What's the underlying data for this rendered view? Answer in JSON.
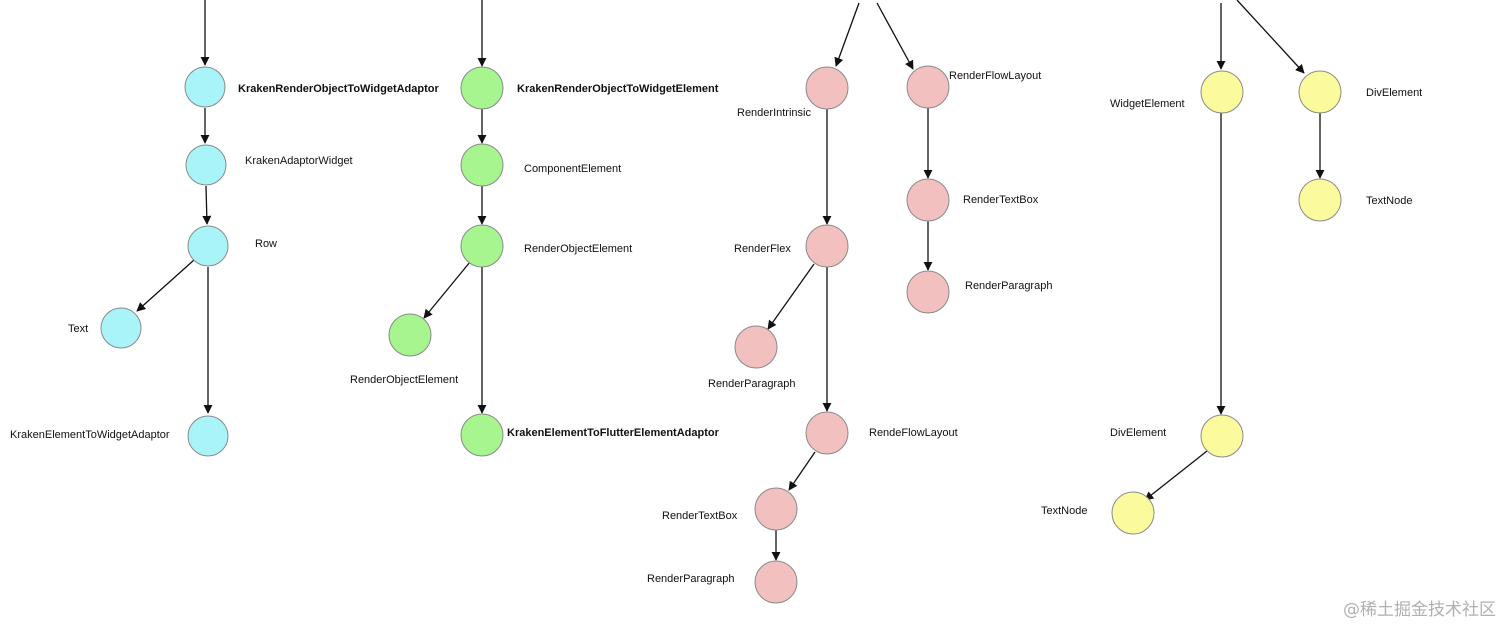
{
  "palette": {
    "cyan": "#a9f4f8",
    "green": "#a6f58e",
    "pink": "#f3c0c0",
    "yellow": "#fbfb9e"
  },
  "labels": {
    "c1": "KrakenRenderObjectToWidgetAdaptor",
    "c2": "KrakenAdaptorWidget",
    "c3": "Row",
    "c4": "Text",
    "c5": "KrakenElementToWidgetAdaptor",
    "g1": "KrakenRenderObjectToWidgetElement",
    "g2": "ComponentElement",
    "g3": "RenderObjectElement",
    "g4": "RenderObjectElement",
    "g5": "KrakenElementToFlutterElementAdaptor",
    "p1": "RenderIntrinsic",
    "p2": "RenderFlex",
    "p3": "RenderParagraph",
    "p4": "RendeFlowLayout",
    "p5": "RenderTextBox",
    "p6": "RenderParagraph",
    "p7": "RenderFlowLayout",
    "p8": "RenderTextBox",
    "p9": "RenderParagraph",
    "y1": "WidgetElement",
    "y2": "DivElement",
    "y3": "TextNode",
    "y4": "DivElement",
    "y5": "TextNode"
  },
  "watermark": "@稀土掘金技术社区"
}
